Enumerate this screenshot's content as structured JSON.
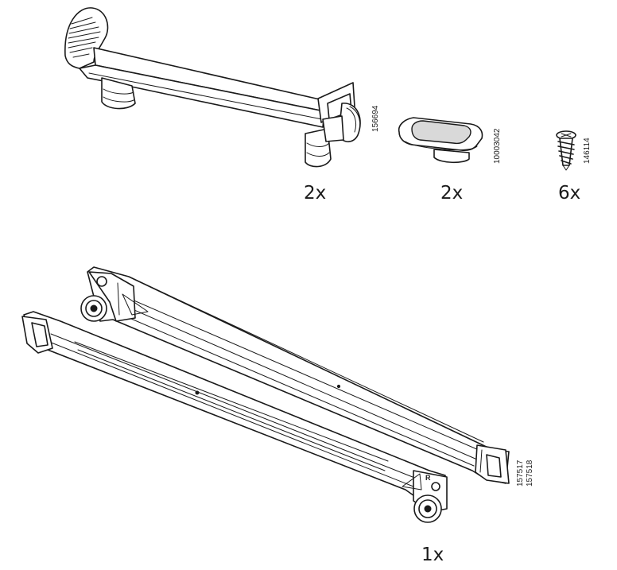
{
  "parts": [
    {
      "id": "bracket",
      "part_number": "156694",
      "quantity": "2x"
    },
    {
      "id": "foot-cap",
      "part_number": "10003042",
      "quantity": "2x"
    },
    {
      "id": "screw",
      "part_number": "146114",
      "quantity": "6x"
    },
    {
      "id": "drawer-runners",
      "part_number_left": "157517",
      "part_number_right": "157518",
      "quantity": "1x",
      "runner_mark": "R"
    }
  ]
}
